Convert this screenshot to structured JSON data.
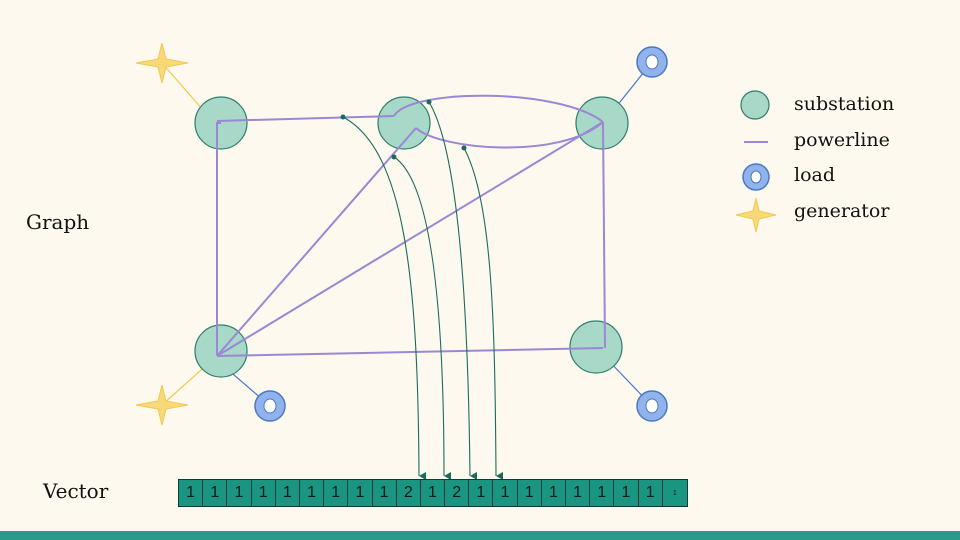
{
  "labels": {
    "graph": "Graph",
    "vector": "Vector"
  },
  "legend": {
    "substation": "substation",
    "powerline": "powerline",
    "load": "load",
    "generator": "generator"
  },
  "vector": {
    "cells": [
      "1",
      "1",
      "1",
      "1",
      "1",
      "1",
      "1",
      "1",
      "1",
      "2",
      "1",
      "2",
      "1",
      "1",
      "1",
      "1",
      "1",
      "1",
      "1",
      "1",
      "1"
    ]
  },
  "colors": {
    "background": "#fdf9ee",
    "substation_fill": "#a8d8c8",
    "substation_stroke": "#2e7d6b",
    "powerline": "#9b87d4",
    "load_fill": "#8fb3ea",
    "load_stroke": "#4a78c8",
    "generator": "#f8d97a",
    "arrow": "#1b6b5c",
    "cell_fill": "#1a9582",
    "footer": "#2a9a8a"
  }
}
